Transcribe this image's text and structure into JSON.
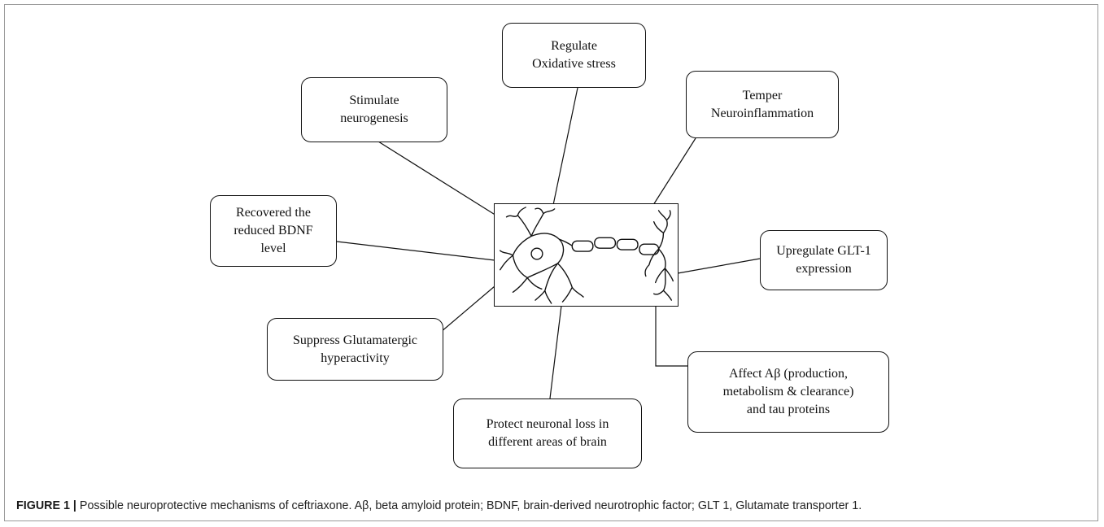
{
  "diagram": {
    "center": {
      "label": ""
    },
    "boxes": {
      "regulate": "Regulate\nOxidative stress",
      "stimulate": "Stimulate\nneurogenesis",
      "temper": "Temper\nNeuroinflammation",
      "recovered": "Recovered the\nreduced BDNF\nlevel",
      "upregulate": "Upregulate GLT-1\nexpression",
      "suppress": "Suppress Glutamatergic\nhyperactivity",
      "affect": "Affect Aβ (production,\nmetabolism & clearance)\nand tau proteins",
      "protect": "Protect neuronal loss in\ndifferent areas of brain"
    }
  },
  "caption": {
    "label": "FIGURE 1 |",
    "text": "Possible neuroprotective mechanisms of ceftriaxone. Aβ, beta amyloid protein; BDNF, brain-derived neurotrophic factor; GLT 1, Glutamate transporter 1."
  }
}
